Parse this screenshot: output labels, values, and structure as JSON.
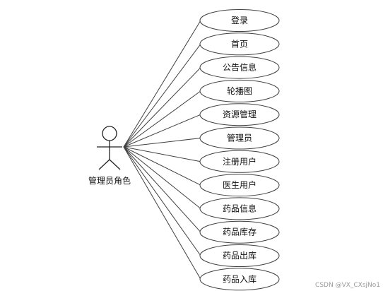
{
  "actor": {
    "label": "管理员角色"
  },
  "use_cases": [
    {
      "label": "登录"
    },
    {
      "label": "首页"
    },
    {
      "label": "公告信息"
    },
    {
      "label": "轮播图"
    },
    {
      "label": "资源管理"
    },
    {
      "label": "管理员"
    },
    {
      "label": "注册用户"
    },
    {
      "label": "医生用户"
    },
    {
      "label": "药品信息"
    },
    {
      "label": "药品库存"
    },
    {
      "label": "药品出库"
    },
    {
      "label": "药品入库"
    }
  ],
  "watermark": "CSDN @VX_CXsjNo1"
}
